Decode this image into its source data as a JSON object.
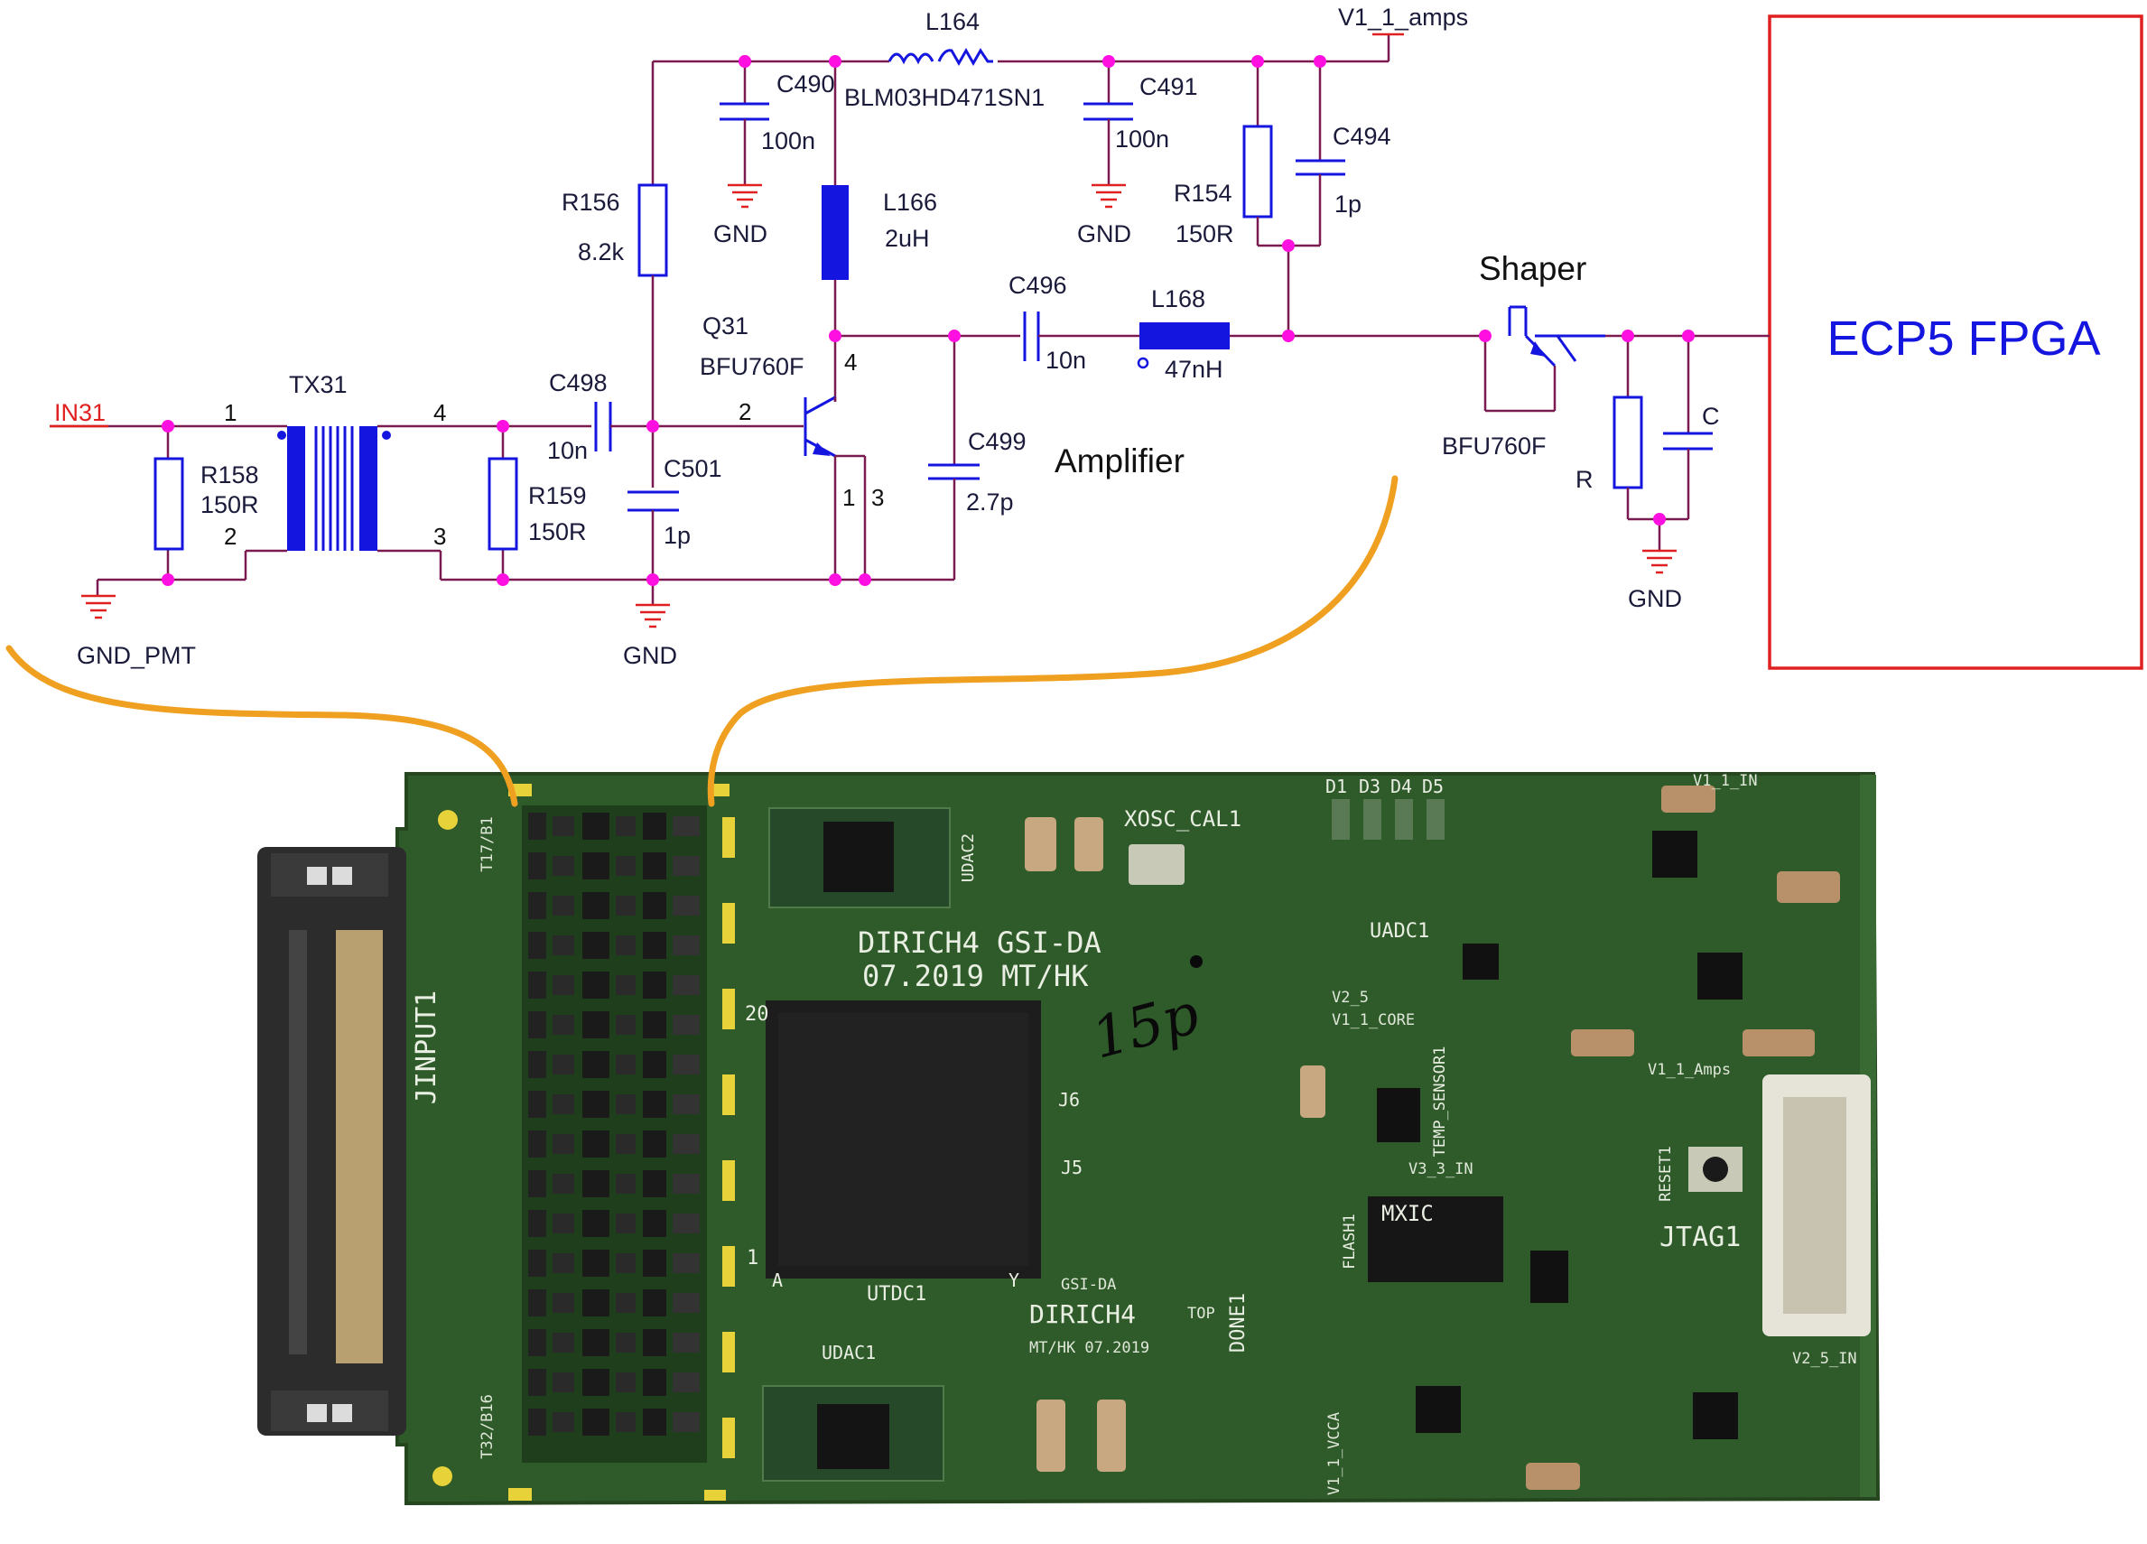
{
  "schematic": {
    "net_labels": {
      "input": "IN31",
      "supply": "V1_1_amps",
      "gnd_pmt": "GND_PMT",
      "gnd": "GND"
    },
    "components": {
      "transformer": "TX31",
      "r158": {
        "ref": "R158",
        "value": "150R"
      },
      "r159": {
        "ref": "R159",
        "value": "150R"
      },
      "r156": {
        "ref": "R156",
        "value": "8.2k"
      },
      "r154": {
        "ref": "R154",
        "value": "150R"
      },
      "c490": {
        "ref": "C490",
        "value": "100n"
      },
      "c491": {
        "ref": "C491",
        "value": "100n"
      },
      "c494": {
        "ref": "C494",
        "value": "1p"
      },
      "c496": {
        "ref": "C496",
        "value": "10n"
      },
      "c498": {
        "ref": "C498",
        "value": "10n"
      },
      "c499": {
        "ref": "C499",
        "value": "2.7p"
      },
      "c501": {
        "ref": "C501",
        "value": "1p"
      },
      "l164": {
        "ref": "L164",
        "value": "BLM03HD471SN1"
      },
      "l166": {
        "ref": "L166",
        "value": "2uH"
      },
      "l168": {
        "ref": "L168",
        "value": "47nH"
      },
      "q31": {
        "ref": "Q31",
        "value": "BFU760F"
      },
      "shaper_transistor": "BFU760F",
      "shaper_r": "R",
      "shaper_c": "C"
    },
    "pins": {
      "p1": "1",
      "p2": "2",
      "p3": "3",
      "p4": "4"
    },
    "stage_labels": {
      "amplifier": "Amplifier",
      "shaper": "Shaper"
    },
    "fpga_block": "ECP5 FPGA"
  },
  "pcb": {
    "board_title": "DIRICH4 GSI-DA",
    "board_date": "07.2019 MT/HK",
    "handwritten_note": "15p",
    "connector_label": "JINPUT1",
    "connector_top_pin": "T17/B1",
    "connector_bottom_pin": "T32/B16",
    "leds": [
      "D1",
      "D3",
      "D4",
      "D5"
    ],
    "labels": {
      "osc": "XOSC_CAL1",
      "udac2": "UDAC2",
      "udac1": "UDAC1",
      "uadc1": "UADC1",
      "utdc1": "UTDC1",
      "j6": "J6",
      "j5": "J5",
      "temp_sensor": "TEMP_SENSOR1",
      "flash": "FLASH1",
      "reset": "RESET1",
      "jtag": "JTAG1",
      "done": "DONE1",
      "rail_v1_1_in": "V1_1_IN",
      "rail_v1_1_amps": "V1_1_Amps",
      "rail_v3_3_in": "V3_3_IN",
      "rail_v2_5": "V2_5",
      "rail_v1_1_core": "V1_1_CORE",
      "rail_v1_1_vcca": "V1_1_VCCA",
      "rail_v2_5_in": "V2_5_IN",
      "silk_gsi_da": "GSI-DA",
      "silk_dirich4": "DIRICH4",
      "silk_mthk": "MT/HK 07.2019",
      "silk_top": "TOP",
      "chip_maker": "MXIC",
      "pin20": "20",
      "pin1": "1",
      "pinA": "A",
      "pinY": "Y"
    }
  },
  "colors": {
    "wire": "#7a1a50",
    "component": "#1515e0",
    "junction": "#ff10e0",
    "fpga_border": "#e02020",
    "callout": "#f0a020",
    "pcb_green": "#2f5a2a",
    "pad_gold": "#e8d23a"
  }
}
